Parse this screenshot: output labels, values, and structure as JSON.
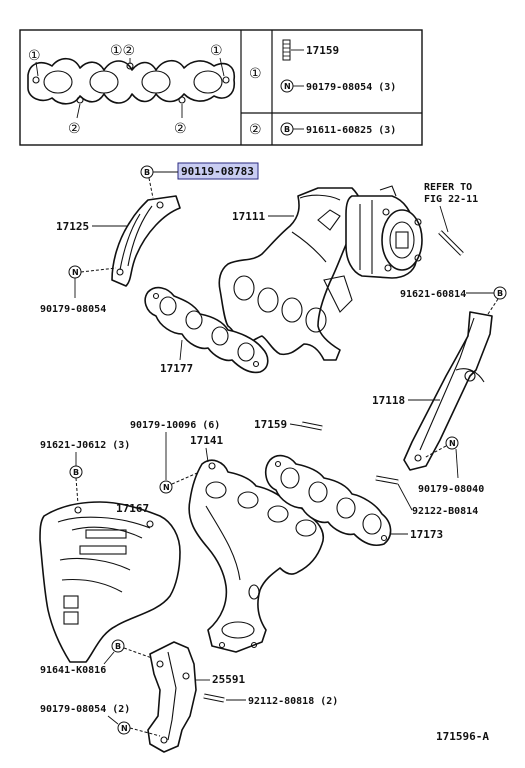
{
  "legend": {
    "gasket_callouts": {
      "top_left": "①",
      "top_mid": "①②",
      "top_right": "①",
      "bottom_left": "②",
      "bottom_right": "②"
    },
    "row1": {
      "key": "①",
      "items": [
        {
          "part": "17159"
        },
        {
          "badge": "N",
          "part": "90179-08054 (3)"
        }
      ]
    },
    "row2": {
      "key": "②",
      "items": [
        {
          "badge": "B",
          "part": "91611-60825 (3)"
        }
      ]
    }
  },
  "labels": {
    "p90119_08783": "90119-08783",
    "p17125": "17125",
    "p90179_08054_a": "90179-08054",
    "p17111": "17111",
    "refer_line1": "REFER TO",
    "refer_line2": "FIG 22-11",
    "p91621_60814": "91621-60814",
    "p17177": "17177",
    "p17118": "17118",
    "p90179_10096": "90179-10096 (6)",
    "p17159": "17159",
    "p17141": "17141",
    "p91621_j0612": "91621-J0612 (3)",
    "p17167": "17167",
    "p90179_08040": "90179-08040",
    "p92122_b0814": "92122-B0814",
    "p17173": "17173",
    "p91641_k0816": "91641-K0816",
    "p25591": "25591",
    "p92112_80818": "92112-80818 (2)",
    "p90179_08054_b": "90179-08054 (2)",
    "figure_id": "171596-A"
  },
  "badges": {
    "b": "B",
    "n": "N"
  },
  "colors": {
    "highlight": "#c9cdf2",
    "ink": "#111111"
  }
}
